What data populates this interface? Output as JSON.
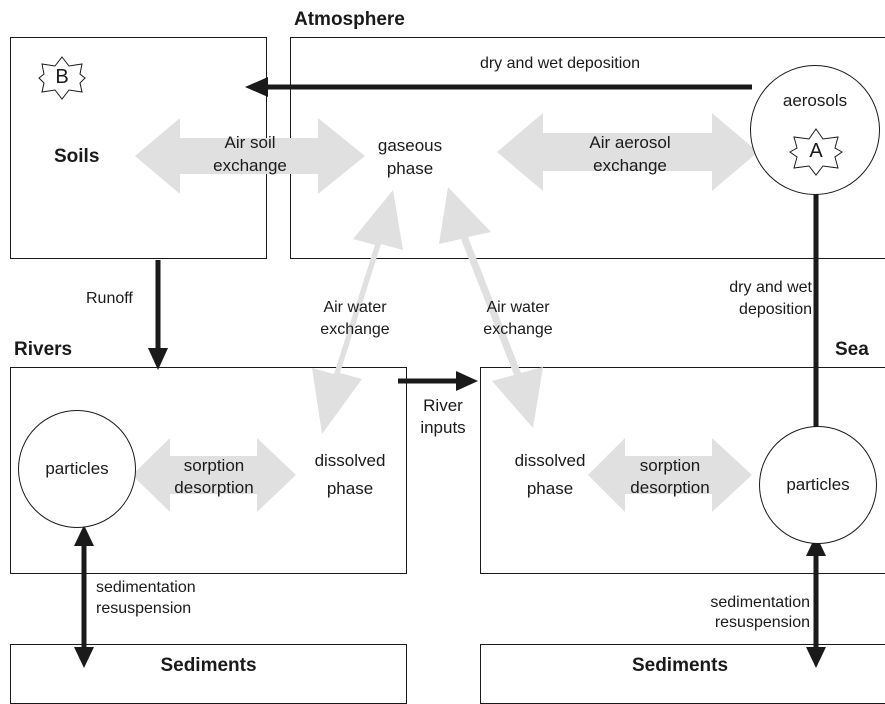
{
  "compartments": {
    "atmosphere": "Atmosphere",
    "soils": "Soils",
    "rivers": "Rivers",
    "sea": "Sea",
    "sediments_left": "Sediments",
    "sediments_right": "Sediments"
  },
  "badges": {
    "a": "A",
    "b": "B"
  },
  "atmosphere": {
    "gaseous_phase": [
      "gaseous",
      "phase"
    ],
    "aerosols": "aerosols",
    "air_soil_exchange": [
      "Air soil",
      "exchange"
    ],
    "air_aerosol_exchange": [
      "Air aerosol",
      "exchange"
    ],
    "dry_wet_deposition_top": "dry and wet deposition"
  },
  "links": {
    "runoff": "Runoff",
    "air_water_left": [
      "Air water",
      "exchange"
    ],
    "air_water_right": [
      "Air water",
      "exchange"
    ],
    "dry_wet_deposition_right": [
      "dry and wet",
      "deposition"
    ],
    "river_inputs": [
      "River",
      "inputs"
    ]
  },
  "rivers": {
    "particles": "particles",
    "sorption": [
      "sorption",
      "desorption"
    ],
    "dissolved": [
      "dissolved",
      "phase"
    ],
    "sedimentation": [
      "sedimentation",
      "resuspension"
    ]
  },
  "sea": {
    "particles": "particles",
    "sorption": [
      "sorption",
      "desorption"
    ],
    "dissolved": [
      "dissolved",
      "phase"
    ],
    "sedimentation": [
      "sedimentation",
      "resuspension"
    ]
  },
  "colors": {
    "exchange_arrow": "#e0e0e0",
    "line": "#1a1a1a"
  }
}
